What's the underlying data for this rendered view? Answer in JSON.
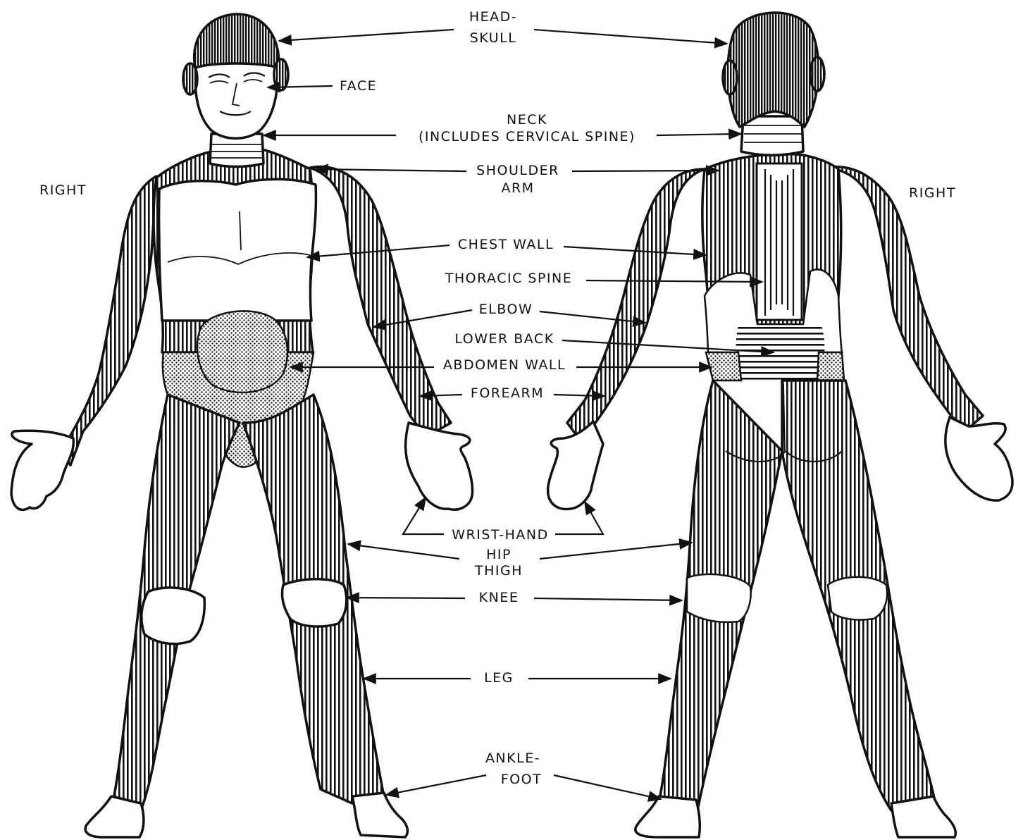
{
  "sides": {
    "left": "RIGHT",
    "right": "RIGHT"
  },
  "labels": {
    "head": [
      "HEAD-",
      "SKULL"
    ],
    "face": "FACE",
    "neck": [
      "NECK",
      "(INCLUDES CERVICAL SPINE)"
    ],
    "shoulder": [
      "SHOULDER",
      "ARM"
    ],
    "chest_wall": "CHEST WALL",
    "thoracic_spine": "THORACIC SPINE",
    "elbow": "ELBOW",
    "lower_back": "LOWER BACK",
    "abdomen_wall": "ABDOMEN WALL",
    "forearm": "FOREARM",
    "wrist_hand": "WRIST-HAND",
    "hip_thigh": [
      "HIP",
      "THIGH"
    ],
    "knee": "KNEE",
    "leg": "LEG",
    "ankle_foot": [
      "ANKLE-",
      "FOOT"
    ]
  }
}
